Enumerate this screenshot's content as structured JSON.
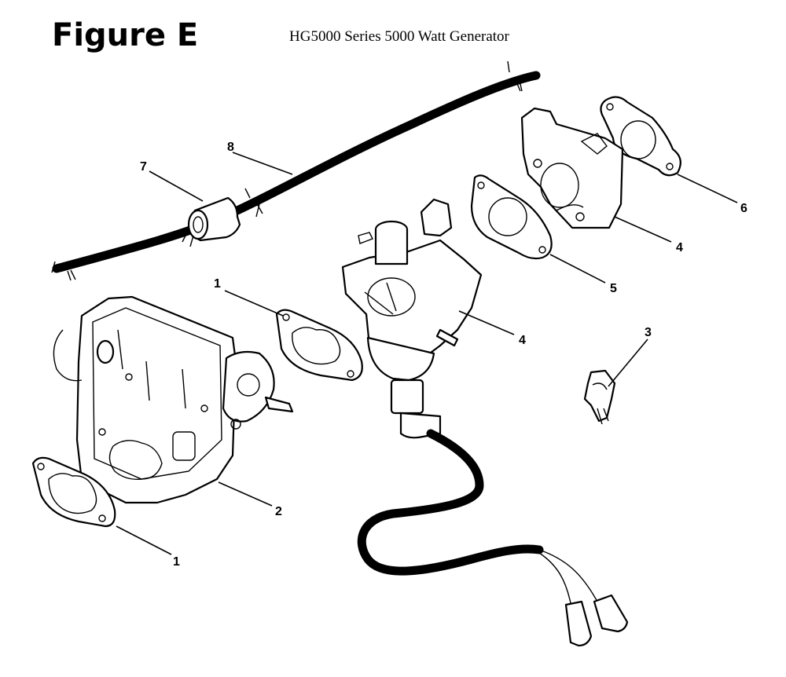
{
  "header": {
    "figure_label": "Figure E",
    "title": "HG5000 Series 5000 Watt Generator"
  },
  "callouts": [
    {
      "id": "c1a",
      "label": "1"
    },
    {
      "id": "c1b",
      "label": "1"
    },
    {
      "id": "c2",
      "label": "2"
    },
    {
      "id": "c3",
      "label": "3"
    },
    {
      "id": "c4a",
      "label": "4"
    },
    {
      "id": "c4b",
      "label": "4"
    },
    {
      "id": "c5",
      "label": "5"
    },
    {
      "id": "c6",
      "label": "6"
    },
    {
      "id": "c7",
      "label": "7"
    },
    {
      "id": "c8",
      "label": "8"
    }
  ]
}
